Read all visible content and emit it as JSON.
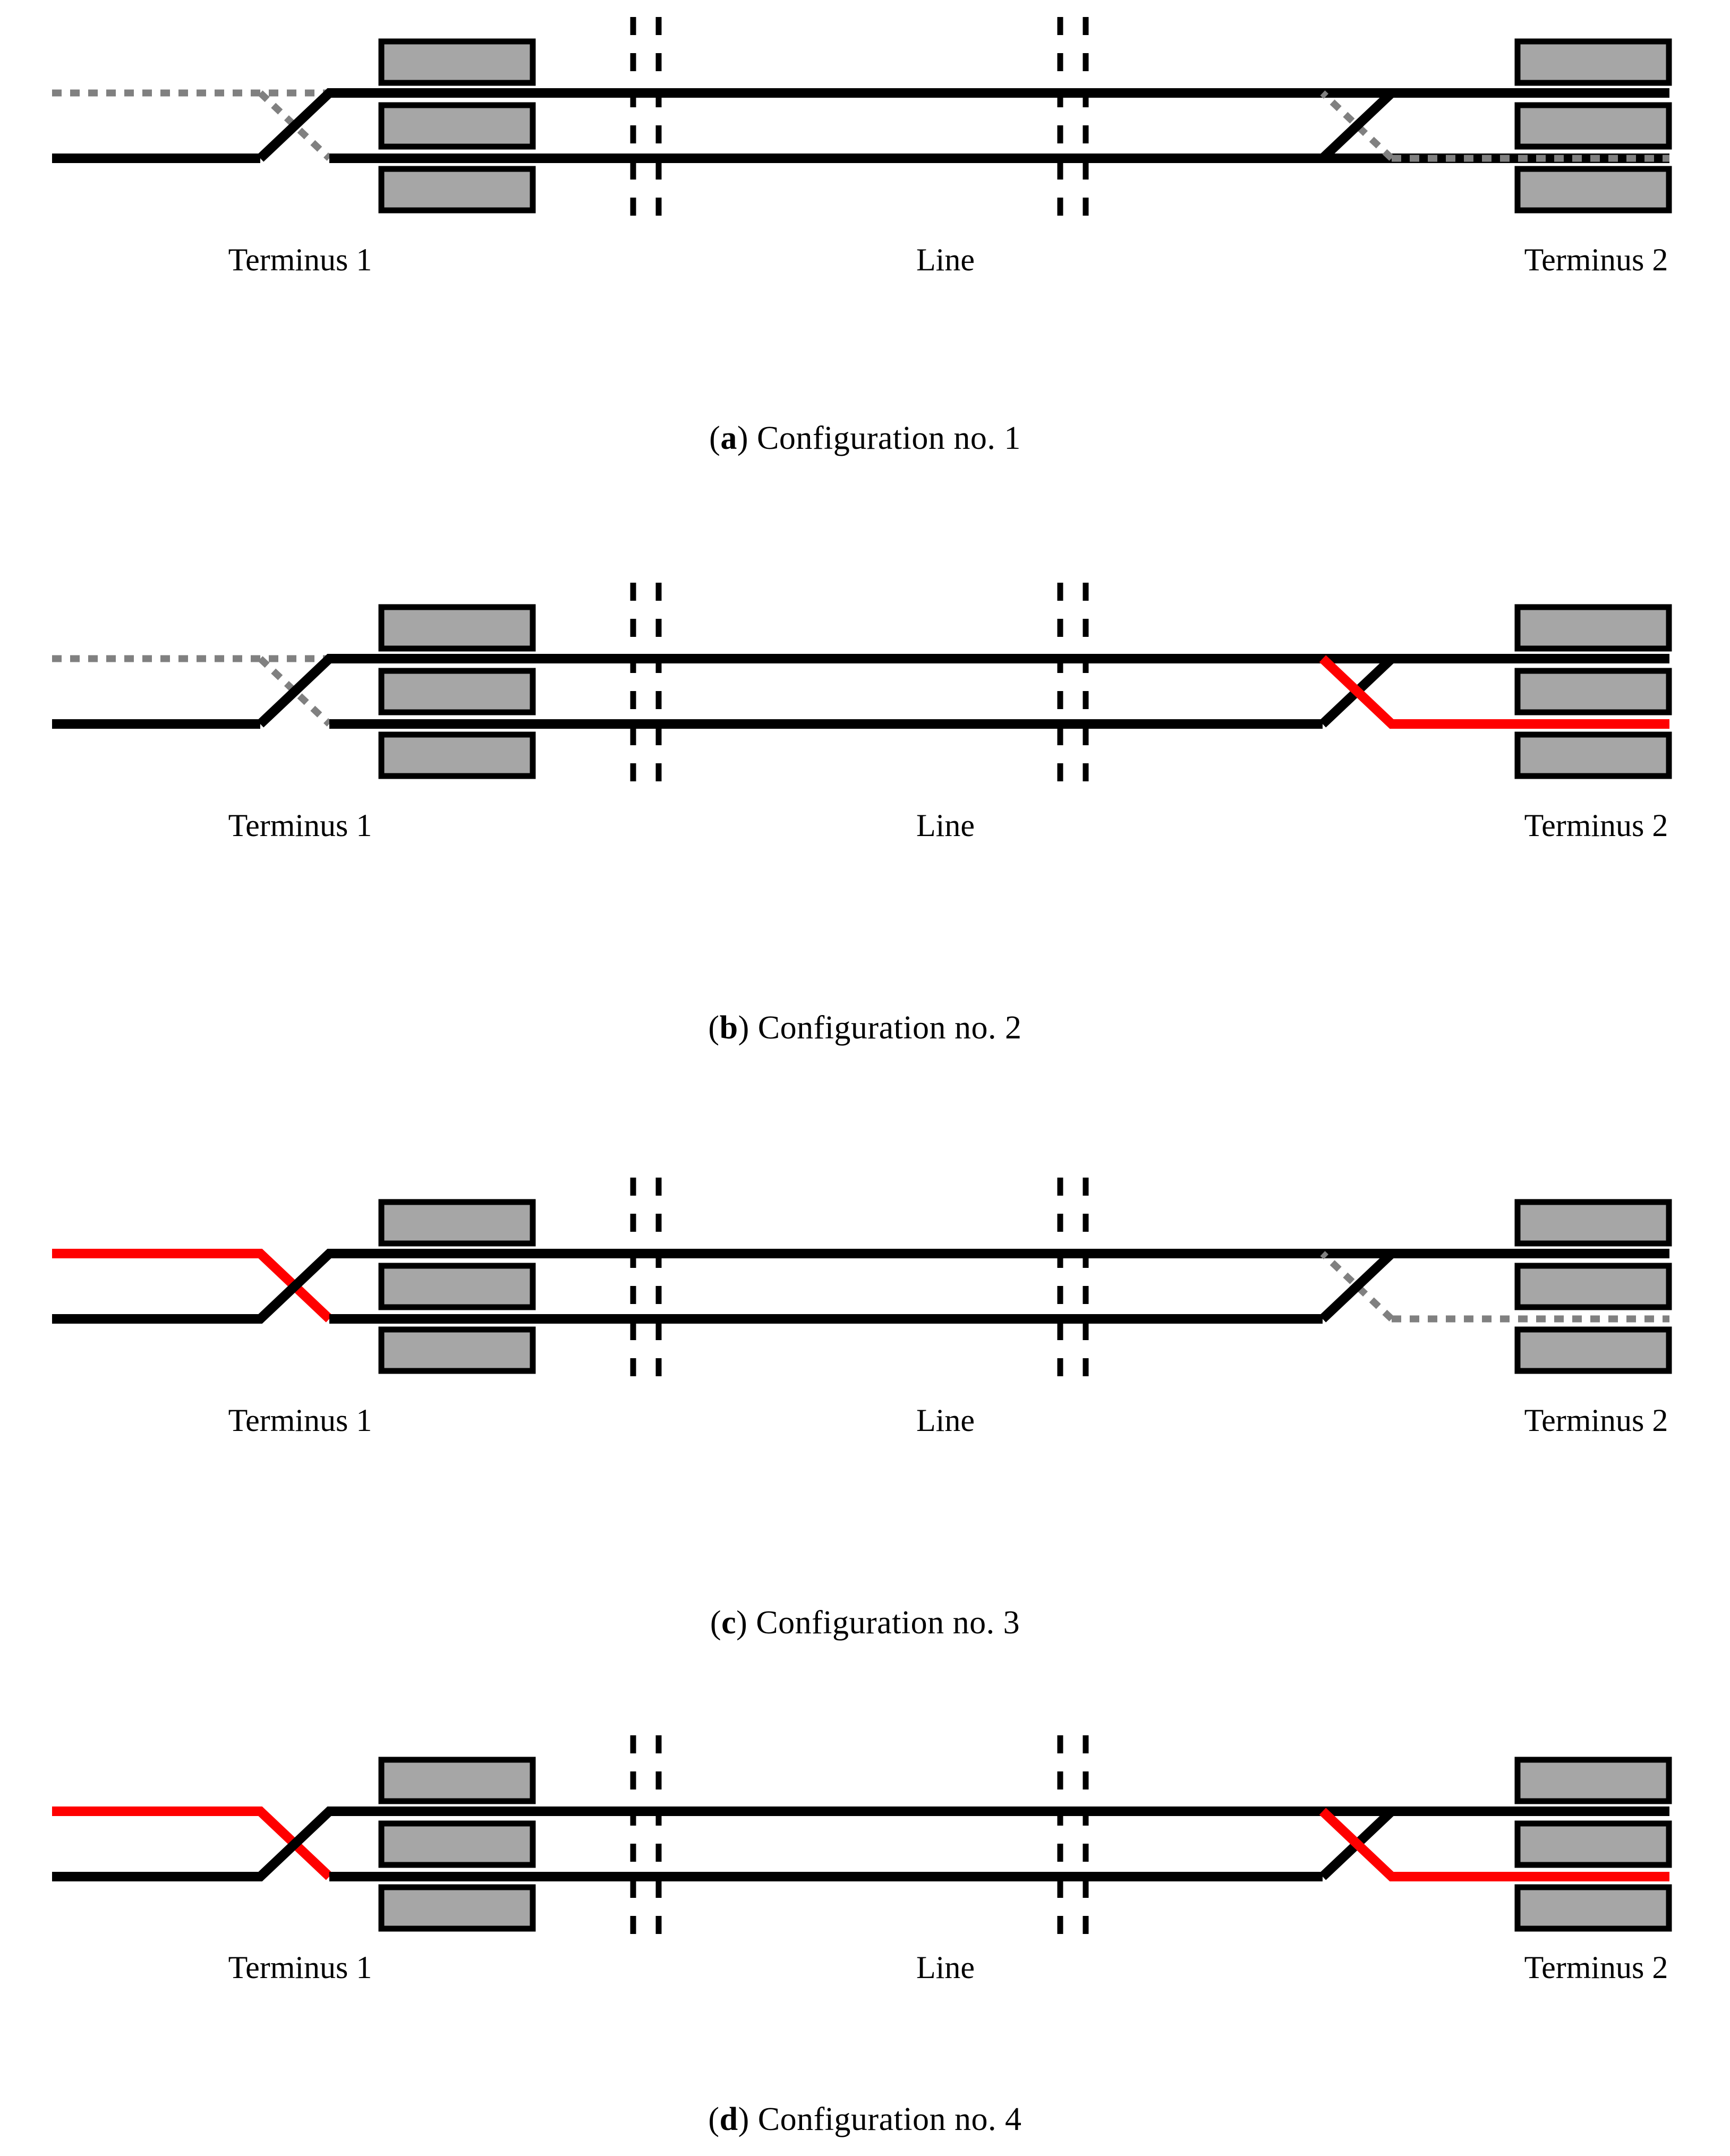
{
  "figure": {
    "title_absent": true,
    "colors": {
      "track_normal": "#000000",
      "track_highlight": "#ff0000",
      "platform_fill": "#a6a6a6",
      "platform_stroke": "#000000",
      "dotted_inactive": "#808080",
      "background": "#ffffff"
    },
    "zone_labels": [
      "Terminus 1",
      "Line",
      "Terminus 2"
    ],
    "panels": [
      {
        "id": "panel-a",
        "caption_prefix": "(",
        "caption_letter": "a",
        "caption_suffix": ") Configuration no. 1",
        "caption_full": "(a) Configuration no. 1",
        "terminus1": {
          "label": "Terminus 1",
          "crossover_style": "black-active-gray-inactive",
          "upper_track_color": "#000000",
          "lower_track_color": "#000000",
          "dotted_stub_color": "#808080"
        },
        "line": {
          "label": "Line"
        },
        "terminus2": {
          "label": "Terminus 2",
          "crossover_style": "black-active-gray-inactive",
          "upper_track_color": "#000000",
          "lower_track_color": "#000000",
          "dotted_stub_color": "#808080"
        },
        "platforms": 3
      },
      {
        "id": "panel-b",
        "caption_prefix": "(",
        "caption_letter": "b",
        "caption_suffix": ") Configuration no. 2",
        "caption_full": "(b) Configuration no. 2",
        "terminus1": {
          "label": "Terminus 1",
          "crossover_style": "black-active-gray-inactive",
          "upper_track_color": "#000000",
          "lower_track_color": "#000000",
          "dotted_stub_color": "#808080"
        },
        "line": {
          "label": "Line"
        },
        "terminus2": {
          "label": "Terminus 2",
          "crossover_style": "black-and-red-crossing",
          "upper_track_color": "#000000",
          "lower_track_color": "#ff0000",
          "dotted_stub_color": null
        },
        "platforms": 3
      },
      {
        "id": "panel-c",
        "caption_prefix": "(",
        "caption_letter": "c",
        "caption_suffix": ") Configuration no. 3",
        "caption_full": "(c) Configuration no. 3",
        "terminus1": {
          "label": "Terminus 1",
          "crossover_style": "red-and-black-crossing",
          "upper_track_color": "#ff0000",
          "lower_track_color": "#000000",
          "dotted_stub_color": null
        },
        "line": {
          "label": "Line"
        },
        "terminus2": {
          "label": "Terminus 2",
          "crossover_style": "black-active-gray-inactive",
          "upper_track_color": "#000000",
          "lower_track_color": "#000000",
          "dotted_stub_color": "#808080"
        },
        "platforms": 3
      },
      {
        "id": "panel-d",
        "caption_prefix": "(",
        "caption_letter": "d",
        "caption_suffix": ") Configuration no. 4",
        "caption_full": "(d) Configuration no. 4",
        "terminus1": {
          "label": "Terminus 1",
          "crossover_style": "red-and-black-crossing",
          "upper_track_color": "#ff0000",
          "lower_track_color": "#000000",
          "dotted_stub_color": null
        },
        "line": {
          "label": "Line"
        },
        "terminus2": {
          "label": "Terminus 2",
          "crossover_style": "black-and-red-crossing",
          "upper_track_color": "#000000",
          "lower_track_color": "#ff0000",
          "dotted_stub_color": null
        },
        "platforms": 3
      }
    ]
  }
}
